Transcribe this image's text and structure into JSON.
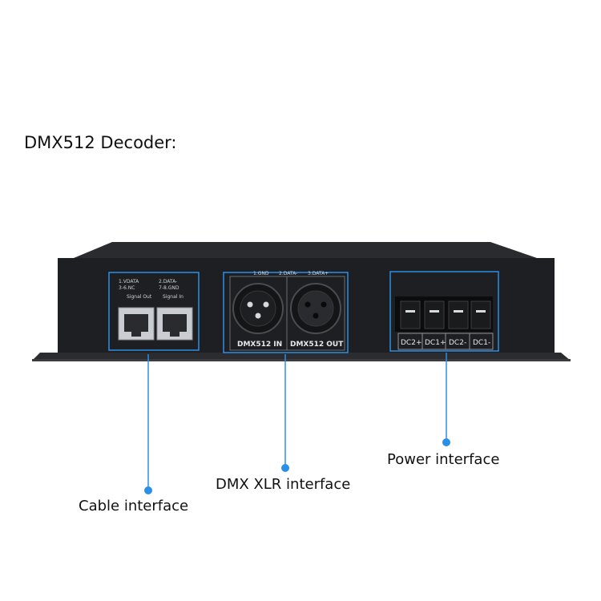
{
  "title": "DMX512 Decoder:",
  "callouts": {
    "cable": "Cable interface",
    "xlr": "DMX XLR interface",
    "power": "Power interface"
  },
  "panel_text": {
    "cable_hdr_left": "1.VDATA",
    "cable_hdr_right": "2.DATA-",
    "cable_hdr_left2": "3-6.NC",
    "cable_hdr_right2": "7-8.GND",
    "signal_out": "Signal Out",
    "signal_in": "Signal In",
    "xlr_pin1": "1.GND",
    "xlr_pin2": "2.DATA-",
    "xlr_pin3": "3.DATA+",
    "dmx_in": "DMX512 IN",
    "dmx_out": "DMX512 OUT",
    "dc2p": "DC2+",
    "dc1p": "DC1+",
    "dc2m": "DC2-",
    "dc1m": "DC1-"
  },
  "colors": {
    "callout_blue": "#2c8fe6",
    "device_body": "#1b1c1e",
    "panel": "#222326"
  }
}
